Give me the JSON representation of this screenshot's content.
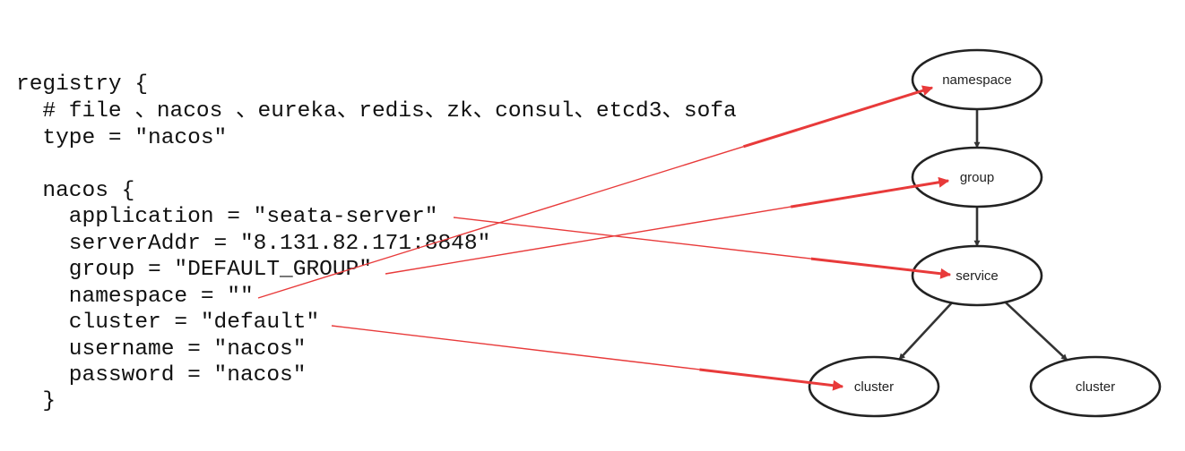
{
  "code": {
    "lines": [
      "registry {",
      "  # file 、nacos 、eureka、redis、zk、consul、etcd3、sofa",
      "  type = \"nacos\"",
      "",
      "  nacos {",
      "    application = \"seata-server\"",
      "    serverAddr = \"8.131.82.171:8848\"",
      "    group = \"DEFAULT_GROUP\"",
      "    namespace = \"\"",
      "    cluster = \"default\"",
      "    username = \"nacos\"",
      "    password = \"nacos\"",
      "  }"
    ]
  },
  "diagram": {
    "nodes": [
      {
        "id": "namespace",
        "label": "namespace"
      },
      {
        "id": "group",
        "label": "group"
      },
      {
        "id": "service",
        "label": "service"
      },
      {
        "id": "cluster-1",
        "label": "cluster"
      },
      {
        "id": "cluster-2",
        "label": "cluster"
      }
    ],
    "edges": [
      {
        "from": "namespace",
        "to": "group"
      },
      {
        "from": "group",
        "to": "service"
      },
      {
        "from": "service",
        "to": "cluster-1"
      },
      {
        "from": "service",
        "to": "cluster-2"
      }
    ],
    "mappings": [
      {
        "from_line": 5,
        "to": "service"
      },
      {
        "from_line": 7,
        "to": "group"
      },
      {
        "from_line": 8,
        "to": "namespace"
      },
      {
        "from_line": 9,
        "to": "cluster-1"
      }
    ],
    "colors": {
      "node_stroke": "#222222",
      "edge": "#333333",
      "mapping_arrow": "#e83a3a"
    }
  }
}
